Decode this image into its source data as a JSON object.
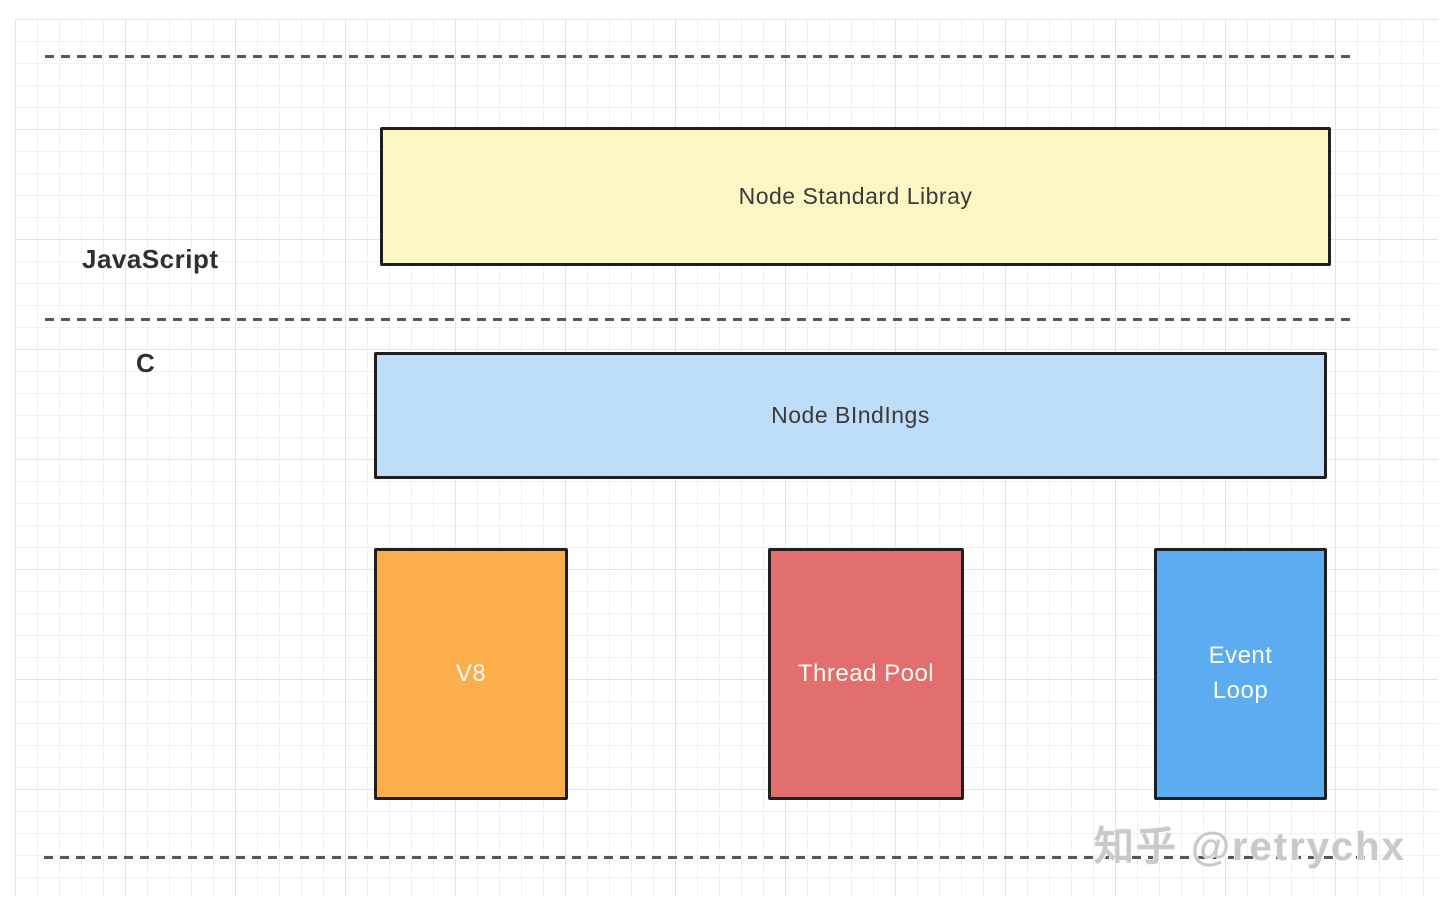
{
  "labels": {
    "javascript": "JavaScript",
    "c": "C"
  },
  "boxes": {
    "standard_library": {
      "label": "Node Standard Libray",
      "fill": "#FBF6C3",
      "border": "#1F1F1F",
      "text_color": "#3A3A3A"
    },
    "bindings": {
      "label": "Node BIndIngs",
      "fill": "#BDDDF8",
      "border": "#1F1F1F",
      "text_color": "#3A3A3A"
    },
    "v8": {
      "label": "V8",
      "fill": "#FBAE4B",
      "border": "#1F1F1F",
      "text_color": "#FCFCF6"
    },
    "thread_pool": {
      "label": "Thread Pool",
      "fill": "#E26E6E",
      "border": "#1F1F1F",
      "text_color": "#FCFCF6"
    },
    "event_loop": {
      "label": "Event Loop",
      "fill": "#5CACF2",
      "border": "#1F1F1F",
      "text_color": "#FCFCF6"
    }
  },
  "watermark": {
    "text": "知乎 @retrychx"
  },
  "colors": {
    "background": "#FFFFFF",
    "grid_line": "#F1F1F1",
    "grid_line_major": "#E4E4E4",
    "dashed_line": "#565656",
    "layer_label_text": "#2F2F2F",
    "watermark_text": "#C9C9C9"
  }
}
